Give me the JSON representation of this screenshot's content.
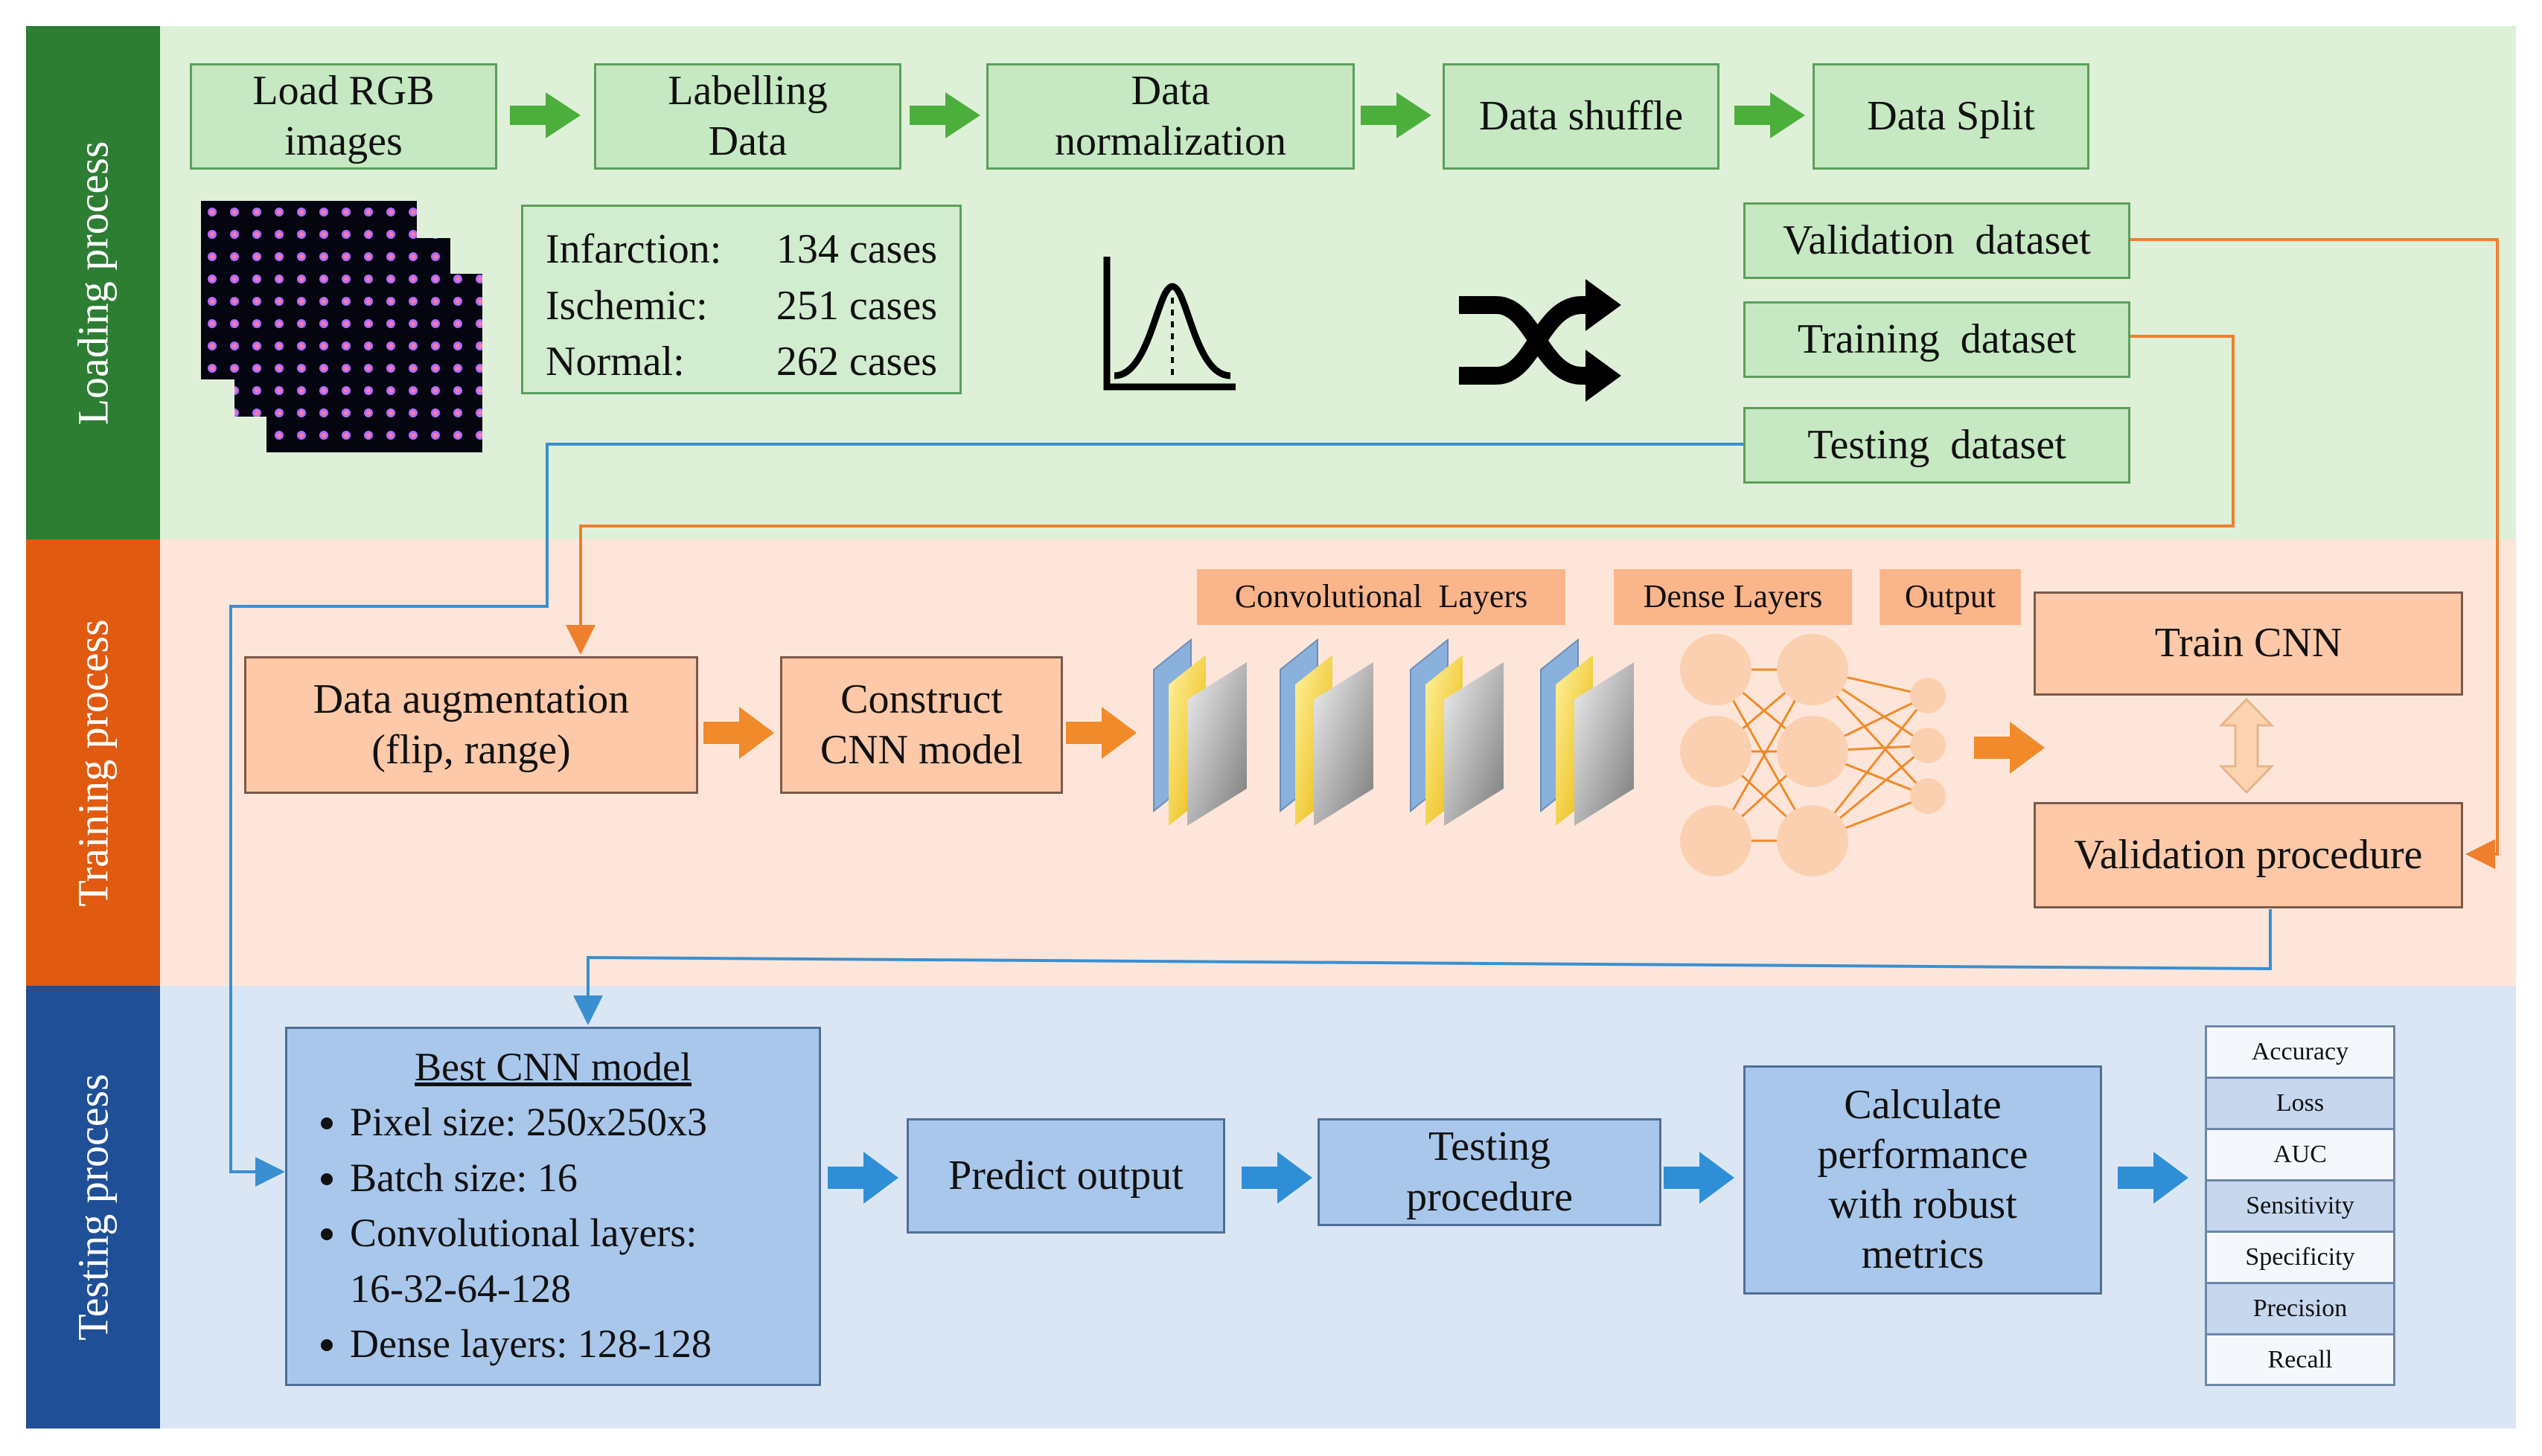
{
  "sections": {
    "loading": {
      "label": "Loading process",
      "color": "#2d7d33",
      "bg": "#dff0d8"
    },
    "training": {
      "label": "Training process",
      "color": "#e05a10",
      "bg": "#fde6d9"
    },
    "testing": {
      "label": "Testing process",
      "color": "#1f4f96",
      "bg": "#dbe6f5"
    }
  },
  "loading_steps": [
    {
      "label": "Load RGB\nimages"
    },
    {
      "label": "Labelling\nData"
    },
    {
      "label": "Data\nnormalization"
    },
    {
      "label": "Data shuffle"
    },
    {
      "label": "Data Split"
    }
  ],
  "class_counts": [
    {
      "label": "Infarction:",
      "value": "134 cases"
    },
    {
      "label": "Ischemic:",
      "value": "251 cases"
    },
    {
      "label": "Normal:",
      "value": "262 cases"
    }
  ],
  "datasets": {
    "validation": "Validation  dataset",
    "training": "Training  dataset",
    "testing": "Testing  dataset"
  },
  "training_steps": {
    "augmentation": "Data augmentation\n(flip, range)",
    "construct": "Construct\nCNN model",
    "conv_label": "Convolutional  Layers",
    "dense_label": "Dense Layers",
    "output_label": "Output",
    "train": "Train CNN",
    "validation": "Validation procedure"
  },
  "best_model": {
    "title": "Best CNN model",
    "bullets": [
      "Pixel size:  250x250x3",
      "Batch size:  16",
      "Convolutional layers:\n16-32-64-128",
      "Dense layers:  128-128"
    ]
  },
  "testing_steps": {
    "predict": "Predict output",
    "testing": "Testing\nprocedure",
    "calculate": "Calculate\nperformance\nwith robust\nmetrics"
  },
  "metrics": [
    "Accuracy",
    "Loss",
    "AUC",
    "Sensitivity",
    "Specificity",
    "Precision",
    "Recall"
  ],
  "colors": {
    "green_arrow": "#4caf3c",
    "orange_arrow": "#f08a2a",
    "blue_arrow": "#2f8fd6",
    "orange_line": "#ee7f2d",
    "blue_line": "#3a8fd0"
  }
}
